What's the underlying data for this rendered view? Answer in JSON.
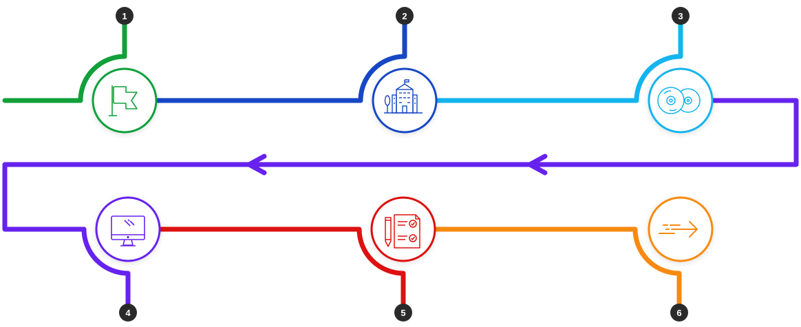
{
  "steps": [
    {
      "number": "1",
      "icon": "flag-icon",
      "color": "#11a03a"
    },
    {
      "number": "2",
      "icon": "building-icon",
      "color": "#1747c4"
    },
    {
      "number": "3",
      "icon": "disc-icon",
      "color": "#14b4ee"
    },
    {
      "number": "4",
      "icon": "monitor-icon",
      "color": "#6622ee"
    },
    {
      "number": "5",
      "icon": "checklist-icon",
      "color": "#dd1111"
    },
    {
      "number": "6",
      "icon": "arrow-icon",
      "color": "#f78a10"
    }
  ],
  "badge_color": "#2a2a2a",
  "connector_color": "#6622ee"
}
